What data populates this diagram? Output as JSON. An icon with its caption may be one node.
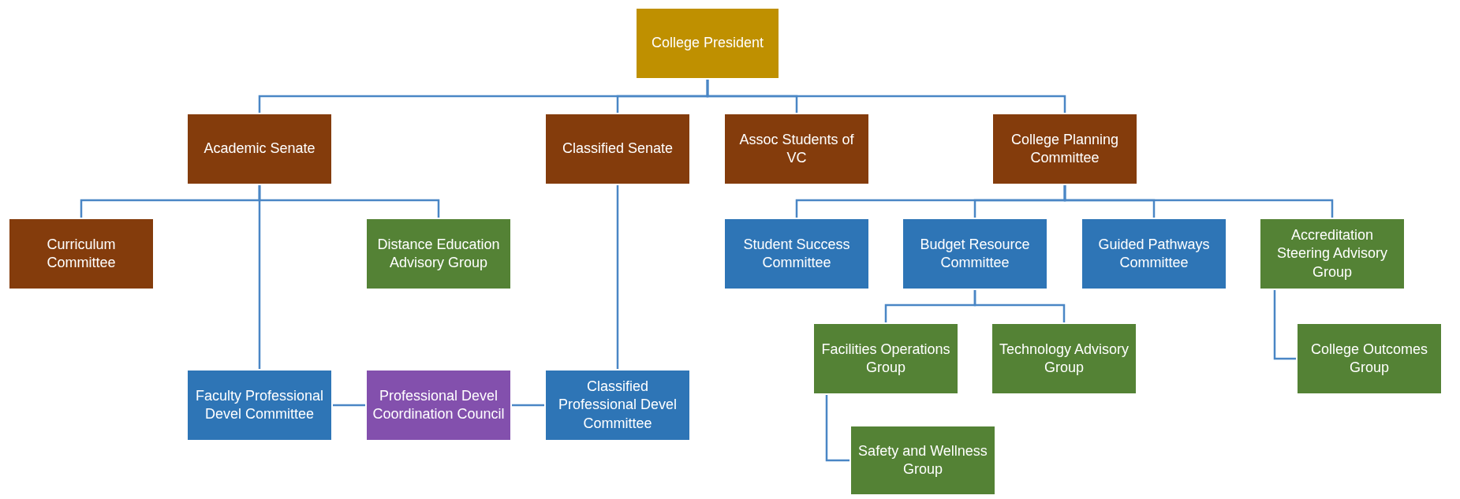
{
  "diagram": {
    "nodes": [
      {
        "text": [
          "College President"
        ]
      },
      {
        "text": [
          "Academic Senate"
        ]
      },
      {
        "text": [
          "Classified Senate"
        ]
      },
      {
        "text": [
          "Assoc Students of VC"
        ]
      },
      {
        "text": [
          "College Planning Committee"
        ]
      },
      {
        "text": [
          "Curriculum Committee"
        ]
      },
      {
        "text": [
          "Distance Education Advisory Group"
        ]
      },
      {
        "text": [
          "Student Success Committee"
        ]
      },
      {
        "text": [
          "Budget Resource Committee"
        ]
      },
      {
        "text": [
          "Guided Pathways Committee"
        ]
      },
      {
        "text": [
          "Accreditation Steering Advisory Group"
        ]
      },
      {
        "text": [
          "Facilities Operations Group"
        ]
      },
      {
        "text": [
          "Technology Advisory Group"
        ]
      },
      {
        "text": [
          "College Outcomes Group"
        ]
      },
      {
        "text": [
          "Faculty Professional Devel Committee"
        ]
      },
      {
        "text": [
          "Professional Devel Coordination Council"
        ]
      },
      {
        "text": [
          "Classified Professional Devel Committee"
        ]
      },
      {
        "text": [
          "Safety and Wellness Group"
        ]
      }
    ],
    "edges": [
      {
        "from": 0,
        "to": 1,
        "arrow": "none"
      },
      {
        "from": 0,
        "to": 2,
        "arrow": "none"
      },
      {
        "from": 0,
        "to": 3,
        "arrow": "none"
      },
      {
        "from": 0,
        "to": 4,
        "arrow": "none"
      },
      {
        "from": 1,
        "to": 5,
        "arrow": "none"
      },
      {
        "from": 1,
        "to": 6,
        "arrow": "none"
      },
      {
        "from": 1,
        "to": 14,
        "arrow": "none"
      },
      {
        "from": 2,
        "to": 16,
        "arrow": "none"
      },
      {
        "from": 4,
        "to": 7,
        "arrow": "none"
      },
      {
        "from": 4,
        "to": 8,
        "arrow": "none"
      },
      {
        "from": 4,
        "to": 9,
        "arrow": "none"
      },
      {
        "from": 4,
        "to": 10,
        "arrow": "none"
      },
      {
        "from": 8,
        "to": 11,
        "arrow": "none"
      },
      {
        "from": 8,
        "to": 12,
        "arrow": "none"
      },
      {
        "from": 10,
        "to": 13,
        "arrow": "none"
      },
      {
        "from": 11,
        "to": 17,
        "arrow": "none"
      },
      {
        "from": 15,
        "to": 14,
        "arrow": "none"
      },
      {
        "from": 15,
        "to": 16,
        "arrow": "none"
      }
    ]
  }
}
